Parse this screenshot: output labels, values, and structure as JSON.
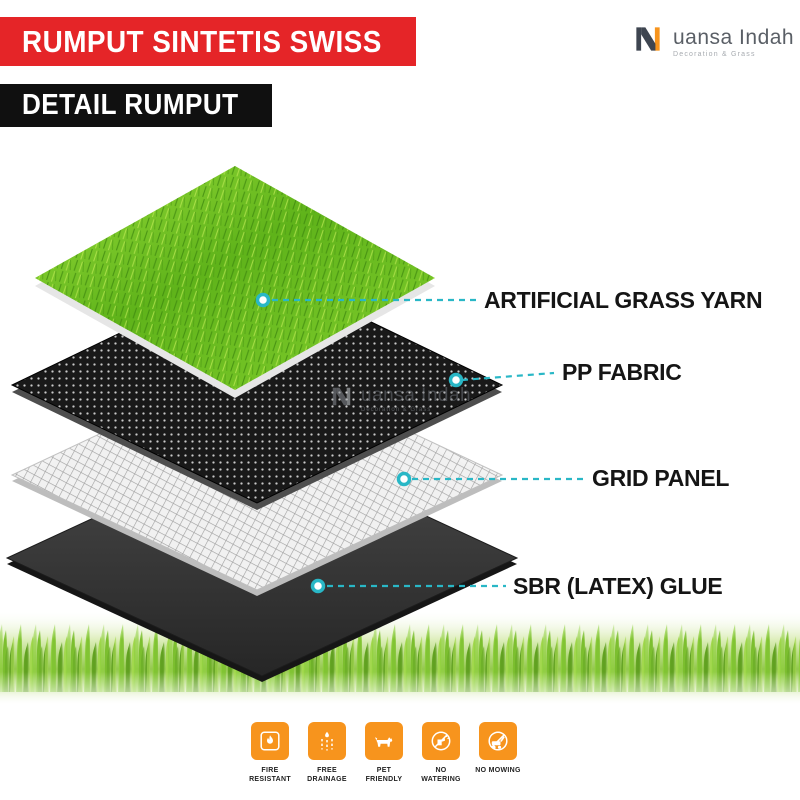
{
  "header": {
    "title": "RUMPUT SINTETIS SWISS",
    "subtitle": "DETAIL RUMPUT"
  },
  "logo": {
    "brand": "uansa Indah",
    "tagline": "Decoration & Grass"
  },
  "watermark": {
    "brand": "uansa Indah",
    "tagline": "Decoration & Grass"
  },
  "diagram": {
    "labels": [
      {
        "id": "artificial-grass-yarn",
        "label": "ARTIFICIAL GRASS YARN"
      },
      {
        "id": "pp-fabric",
        "label": "PP FABRIC"
      },
      {
        "id": "grid-panel",
        "label": "GRID PANEL"
      },
      {
        "id": "sbr-latex-glue",
        "label": "SBR (LATEX) GLUE"
      }
    ]
  },
  "features": [
    {
      "id": "fire-resistant",
      "icon": "flame-icon",
      "label": "FIRE RESISTANT"
    },
    {
      "id": "free-drainage",
      "icon": "drainage-icon",
      "label": "FREE DRAINAGE"
    },
    {
      "id": "pet-friendly",
      "icon": "dog-icon",
      "label": "PET FRIENDLY"
    },
    {
      "id": "no-watering",
      "icon": "no-watering-icon",
      "label": "NO WATERING"
    },
    {
      "id": "no-mowing",
      "icon": "no-mowing-icon",
      "label": "NO MOWING"
    }
  ],
  "colors": {
    "banner_red": "#e52528",
    "banner_black": "#101010",
    "accent_teal": "#29b7c6",
    "brand_orange": "#f7941d",
    "grass_green": "#5fb31a"
  }
}
